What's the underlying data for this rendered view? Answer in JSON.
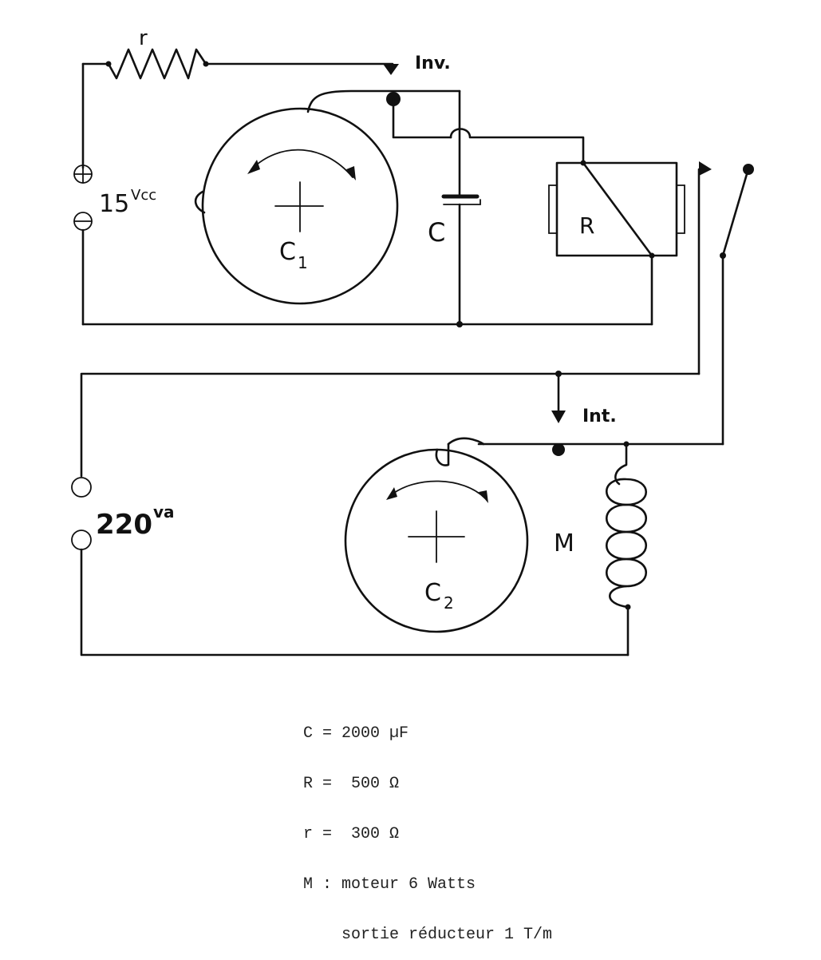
{
  "labels": {
    "r": "r",
    "inv": "Inv.",
    "v15": "15",
    "v15_unit": "Vcc",
    "plus": "⊕",
    "minus": "⊖",
    "c1_main": "C",
    "c1_sub": "1",
    "c": "C",
    "r_big": "R",
    "int": "Int.",
    "v220": "220",
    "v220_unit": "va",
    "m": "M",
    "c2_main": "C",
    "c2_sub": "2"
  },
  "legend": [
    "C = 2000 µF",
    "R =  500 Ω",
    "r =  300 Ω",
    "M : moteur 6 Watts",
    "    sortie réducteur 1 T/m"
  ]
}
